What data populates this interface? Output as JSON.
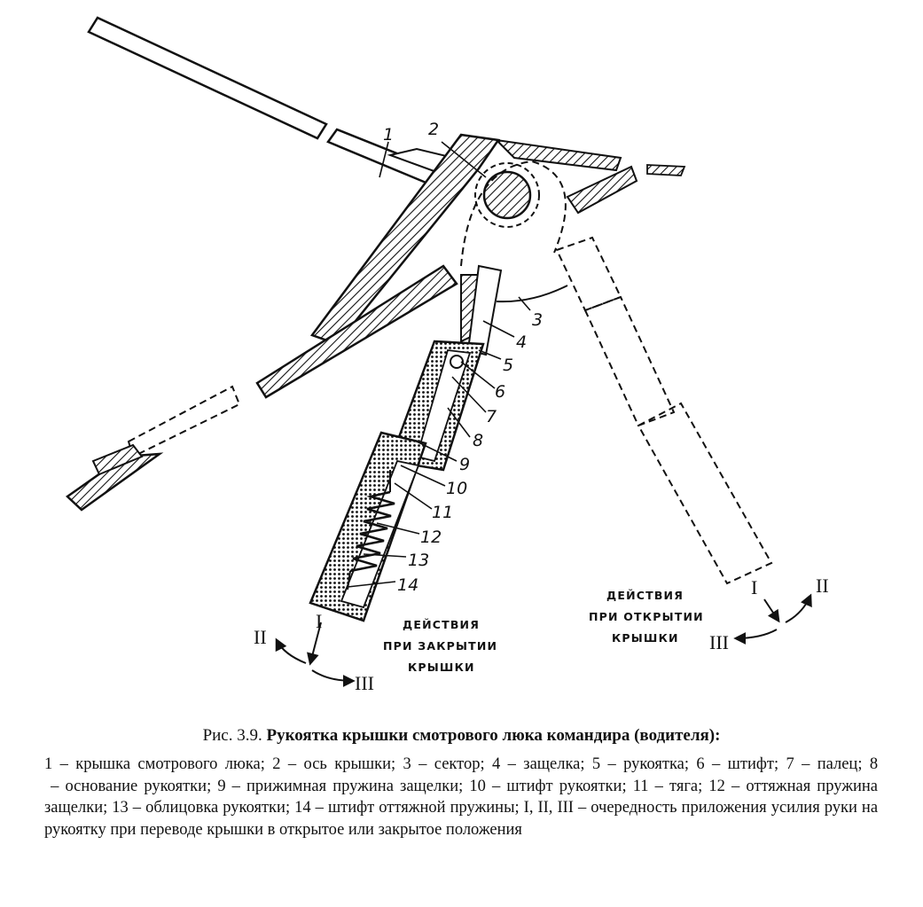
{
  "figure": {
    "callouts": [
      "1",
      "2",
      "3",
      "4",
      "5",
      "6",
      "7",
      "8",
      "9",
      "10",
      "11",
      "12",
      "13",
      "14"
    ],
    "closing": {
      "stages": [
        "I",
        "II",
        "III"
      ],
      "label_lines": [
        "ДЕЙСТВИЯ",
        "ПРИ ЗАКРЫТИИ",
        "КРЫШКИ"
      ]
    },
    "opening": {
      "stages": [
        "I",
        "II",
        "III"
      ],
      "label_lines": [
        "ДЕЙСТВИЯ",
        "ПРИ ОТКРЫТИИ",
        "КРЫШКИ"
      ]
    }
  },
  "caption": {
    "prefix": "Рис. 3.9.",
    "title": "Рукоятка крышки смотрового люка командира (водителя):"
  },
  "legend": [
    {
      "key": "1",
      "text": "крышка смотрового люка"
    },
    {
      "key": "2",
      "text": "ось крышки"
    },
    {
      "key": "3",
      "text": "сектор"
    },
    {
      "key": "4",
      "text": "защелка"
    },
    {
      "key": "5",
      "text": "рукоятка"
    },
    {
      "key": "6",
      "text": "штифт"
    },
    {
      "key": "7",
      "text": "палец"
    },
    {
      "key": "8",
      "text": "основание рукоятки"
    },
    {
      "key": "9",
      "text": "прижимная пружина защелки"
    },
    {
      "key": "10",
      "text": "штифт рукоятки"
    },
    {
      "key": "11",
      "text": "тяга"
    },
    {
      "key": "12",
      "text": "оттяжная пружина защелки"
    },
    {
      "key": "13",
      "text": "облицовка рукоятки"
    },
    {
      "key": "14",
      "text": "штифт оттяжной пружины"
    },
    {
      "key": "I, II, III",
      "text": "очередность приложения усилия руки на рукоятку при переводе крышки в открытое или закрытое положения"
    }
  ]
}
